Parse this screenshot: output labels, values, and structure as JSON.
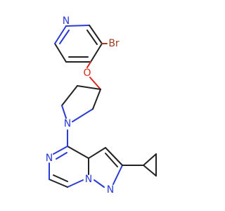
{
  "molecule": {
    "atoms": {
      "pyridine_n": {
        "symbol": "N",
        "color": "#2b3bd6"
      },
      "bromine": {
        "symbol": "Br",
        "color": "#a23a1e"
      },
      "ether_o": {
        "symbol": "O",
        "color": "#d9251d"
      },
      "pyrrolidine_n": {
        "symbol": "N",
        "color": "#2b3bd6"
      },
      "pyrazine_n": {
        "symbol": "N",
        "color": "#2b3bd6"
      },
      "bridge_n": {
        "symbol": "N",
        "color": "#2b3bd6"
      },
      "pyrazole_n": {
        "symbol": "N",
        "color": "#2b3bd6"
      }
    },
    "bond_color": "#222222"
  }
}
